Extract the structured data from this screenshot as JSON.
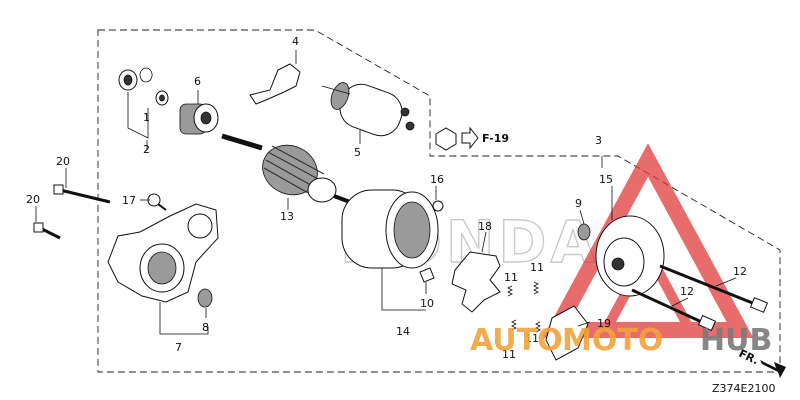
{
  "callouts": {
    "c1": "1",
    "c2": "2",
    "c3": "3",
    "c4": "4",
    "c5": "5",
    "c6": "6",
    "c7": "7",
    "c8": "8",
    "c9": "9",
    "c10": "10",
    "c11a": "11",
    "c11b": "11",
    "c11c": "11",
    "c11d": "11",
    "c12a": "12",
    "c12b": "12",
    "c13": "13",
    "c14": "14",
    "c15": "15",
    "c16": "16",
    "c17": "17",
    "c18": "18",
    "c19": "19",
    "c20a": "20",
    "c20b": "20"
  },
  "reference": "F-19",
  "diagram_code": "Z374E2100",
  "direction_label": "FR.",
  "watermark": {
    "text_auto": "AUTO",
    "text_moto": "MOTO",
    "text_hub": "HUB",
    "brand": "HONDA",
    "color_red": "#e23b3b",
    "color_orange": "#f2a23a",
    "color_gray": "#7a7a7a"
  }
}
